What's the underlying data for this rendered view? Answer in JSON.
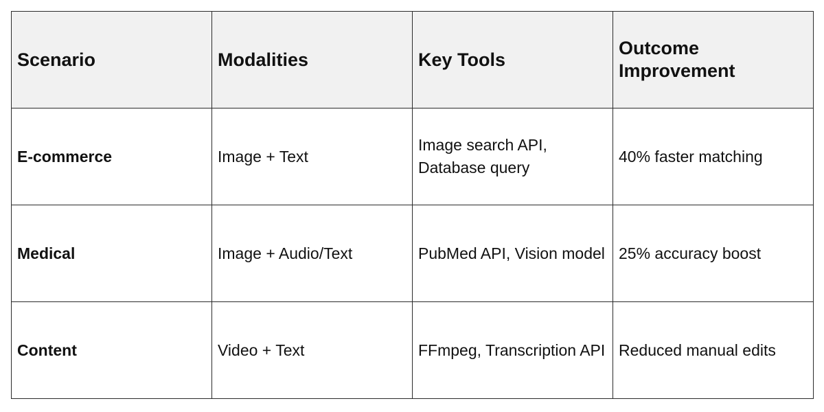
{
  "table": {
    "headers": [
      "Scenario",
      "Modalities",
      "Key Tools",
      "Outcome Improvement"
    ],
    "rows": [
      {
        "scenario": "E-commerce",
        "modalities": "Image + Text",
        "tools": "Image search API, Database query",
        "outcome": "40% faster matching"
      },
      {
        "scenario": "Medical",
        "modalities": "Image + Audio/Text",
        "tools": "PubMed API, Vision model",
        "outcome": "25% accuracy boost"
      },
      {
        "scenario": "Content",
        "modalities": "Video + Text",
        "tools": "FFmpeg, Transcription API",
        "outcome": "Reduced manual edits"
      }
    ]
  }
}
